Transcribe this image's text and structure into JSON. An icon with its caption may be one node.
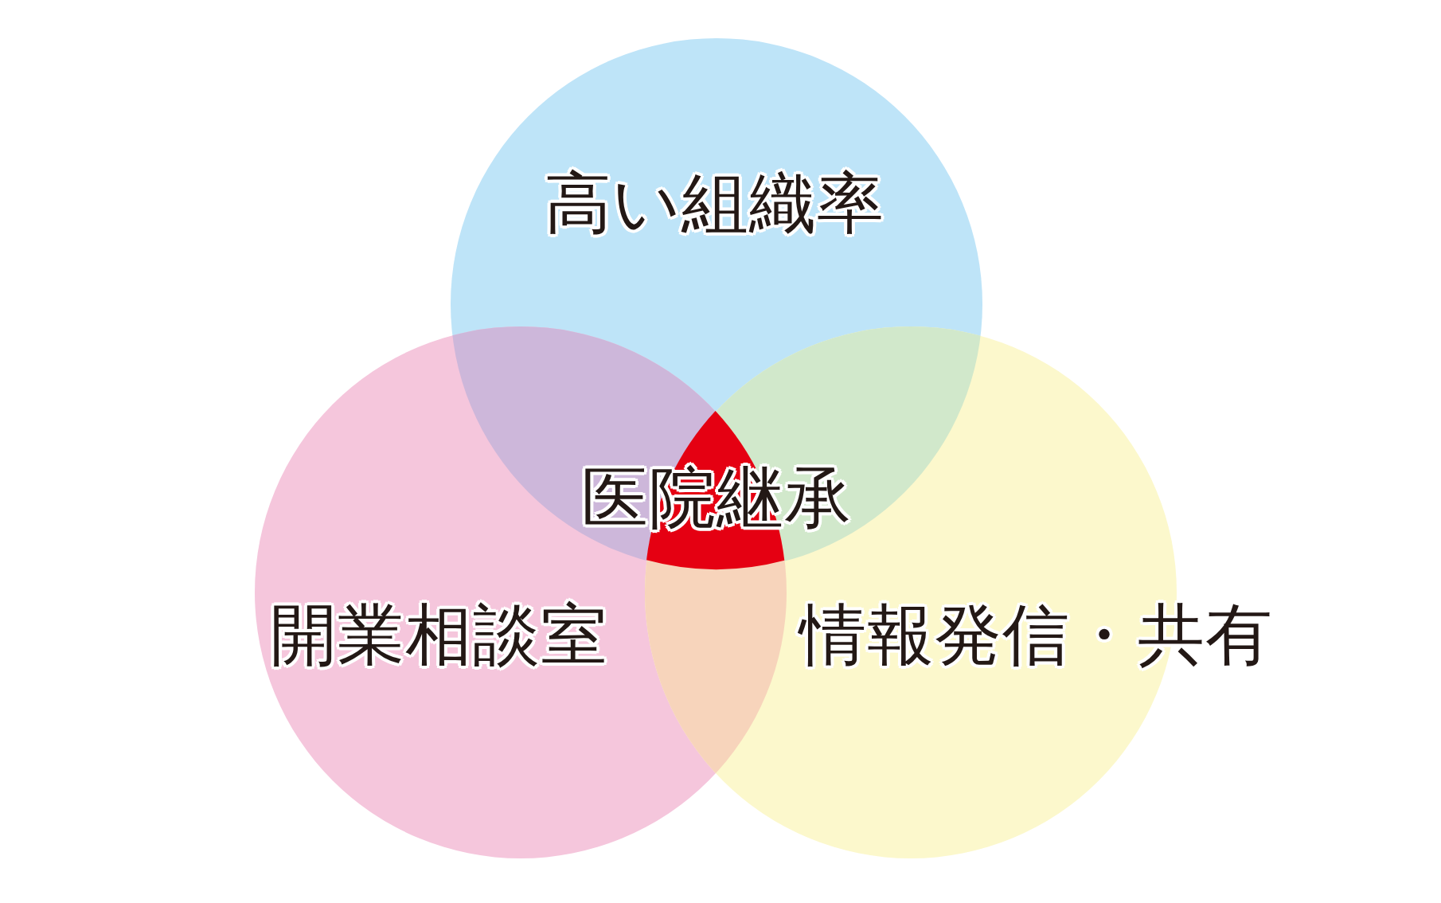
{
  "diagram": {
    "nodes": [
      {
        "text": [
          "高い組織率"
        ]
      },
      {
        "text": [
          "医院継承"
        ]
      },
      {
        "text": [
          "開業相談室"
        ]
      },
      {
        "text": [
          "情報発信・共有"
        ]
      }
    ]
  }
}
